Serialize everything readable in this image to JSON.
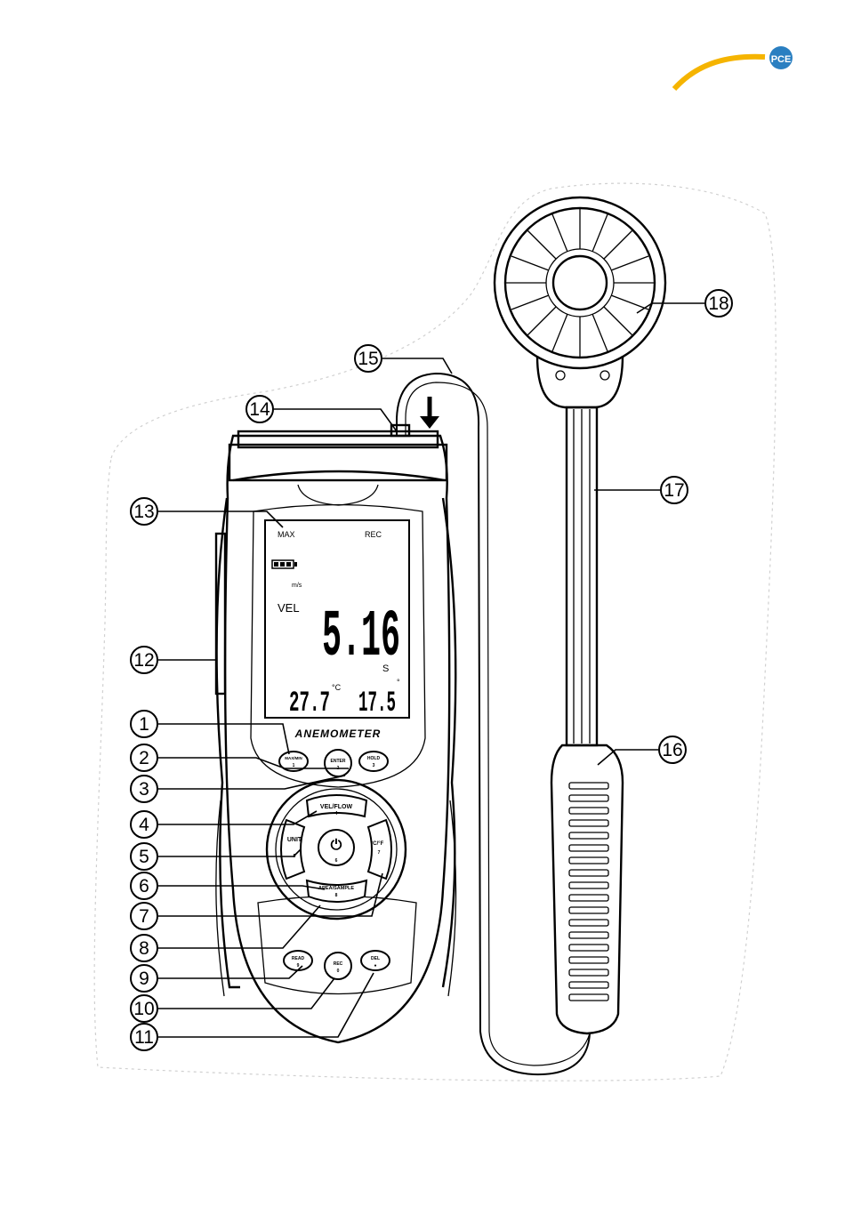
{
  "brand": {
    "logo_text": "PCE",
    "accent_color": "#f5b400",
    "logo_color": "#2a7fc1"
  },
  "device": {
    "name_label": "ANEMOMETER",
    "lcd": {
      "max_label": "MAX",
      "rec_label": "REC",
      "unit_label": "m/s",
      "mode_label": "VEL",
      "main_value": "5.16",
      "seconds_label": "S",
      "temp_value": "27.7",
      "temp_unit": "°C",
      "secondary_value": "17.5",
      "secondary_unit": "°"
    },
    "buttons": {
      "maxmin": {
        "label": "MAX/MIN",
        "num": "1"
      },
      "enter": {
        "label": "ENTER",
        "num": "2"
      },
      "hold": {
        "label": "HOLD",
        "num": "3"
      },
      "velflow": {
        "label": "VEL/FLOW",
        "num": "4"
      },
      "unit": {
        "label": "UNIT",
        "num": "5"
      },
      "power": {
        "label": "⏻",
        "num": "6"
      },
      "tempunit": {
        "label": "°C/°F",
        "num": "7"
      },
      "areasample": {
        "label": "AREA/SAMPLE",
        "num": "8"
      },
      "read": {
        "label": "READ",
        "num": "9"
      },
      "rec": {
        "label": "REC",
        "num": "0"
      },
      "del": {
        "label": "DEL",
        "num": "●"
      }
    }
  },
  "callouts": [
    "1",
    "2",
    "3",
    "4",
    "5",
    "6",
    "7",
    "8",
    "9",
    "10",
    "11",
    "12",
    "13",
    "14",
    "15",
    "16",
    "17",
    "18"
  ]
}
